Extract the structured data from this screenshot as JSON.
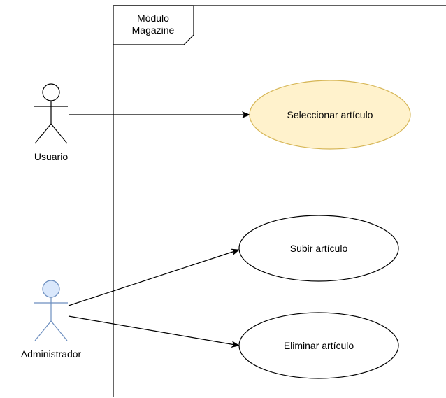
{
  "frame": {
    "title_line1": "Módulo",
    "title_line2": "Magazine"
  },
  "actors": [
    {
      "label": "Usuario",
      "fill": "#ffffff",
      "stroke": "#000000"
    },
    {
      "label": "Administrador",
      "fill": "#dae8fc",
      "stroke": "#6c8ebf"
    }
  ],
  "use_cases": [
    {
      "label": "Seleccionar artículo",
      "fill": "#fff2cc",
      "stroke": "#d6b656"
    },
    {
      "label": "Subir artículo",
      "fill": "#ffffff",
      "stroke": "#000000"
    },
    {
      "label": "Eliminar artículo",
      "fill": "#ffffff",
      "stroke": "#000000"
    }
  ],
  "associations": [
    {
      "from": "Usuario",
      "to": "Seleccionar artículo"
    },
    {
      "from": "Administrador",
      "to": "Subir artículo"
    },
    {
      "from": "Administrador",
      "to": "Eliminar artículo"
    }
  ]
}
